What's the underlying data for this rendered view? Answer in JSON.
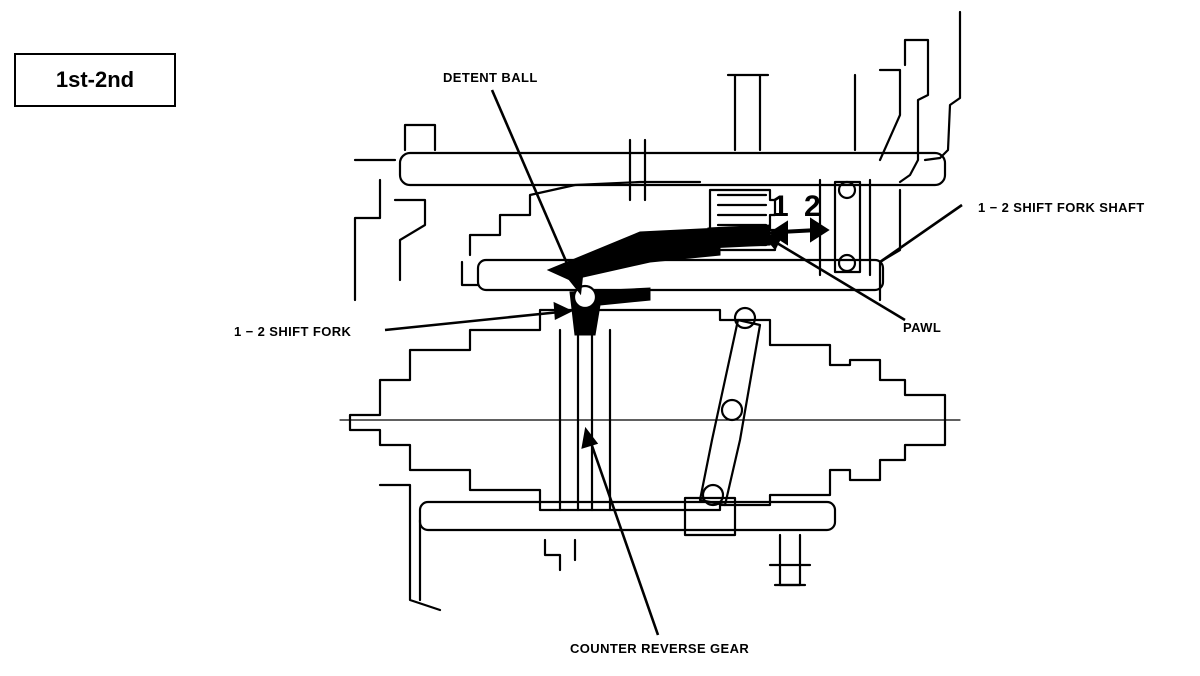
{
  "title": "1st-2nd",
  "labels": {
    "detent_ball": "DETENT BALL",
    "shift_fork_shaft": "1 − 2 SHIFT FORK SHAFT",
    "pawl": "PAWL",
    "shift_fork": "1 − 2 SHIFT FORK",
    "counter_reverse_gear": "COUNTER REVERSE GEAR"
  },
  "positions": {
    "first": "1",
    "second": "2"
  },
  "colors": {
    "ink": "#000000",
    "paper": "#ffffff"
  }
}
